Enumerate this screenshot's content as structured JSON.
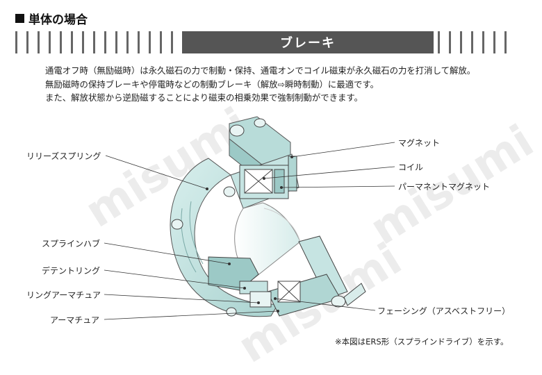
{
  "header": {
    "title": "単体の場合"
  },
  "banner": {
    "title": "ブレーキ"
  },
  "description": {
    "lines": [
      "通電オフ時（無励磁時）は永久磁石の力で制動・保持、通電オンでコイル磁束が永久磁石の力を打消して解放。",
      "無励磁時の保持ブレーキや停電時などの制動ブレーキ（解放⇨瞬時制動）に最適です。",
      "また、解放状態から逆励磁することにより磁束の相乗効果で強制制動ができます。"
    ]
  },
  "labels": {
    "release_spring": "リリーズスプリング",
    "spline_hub": "スプラインハブ",
    "detent_ring": "デテントリング",
    "ring_armature": "リングアーマチュア",
    "armature": "アーマチュア",
    "magnet": "マグネット",
    "coil": "コイル",
    "permanent_magnet": "パーマネントマグネット",
    "facing": "フェーシング（アスベストフリー）"
  },
  "note": "※本図はERS形（スプラインドライブ）を示す。",
  "watermark": "misumi",
  "colors": {
    "body": "#c6e4e2",
    "body_dark": "#9cc9c6",
    "banner": "#555555",
    "line": "#333333"
  }
}
